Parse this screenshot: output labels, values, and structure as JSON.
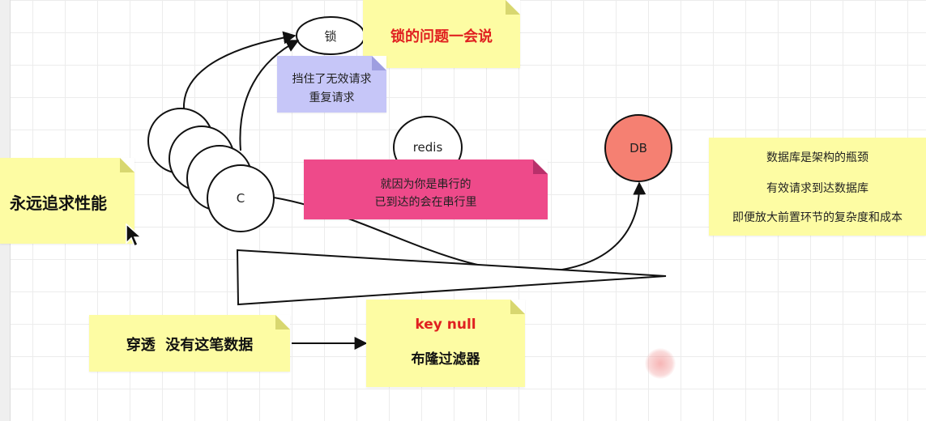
{
  "nodes": {
    "lock": "锁",
    "redis": "redis",
    "db": "DB",
    "client": "C"
  },
  "notes": {
    "lock_issue": "锁的问题一会说",
    "blocked": [
      "挡住了无效请求",
      "重复请求"
    ],
    "serial": [
      "就因为你是串行的",
      "已到达的会在串行里"
    ],
    "performance": "永远追求性能",
    "db_bottleneck": [
      "数据库是架构的瓶颈",
      "有效请求到达数据库",
      "即便放大前置环节的复杂度和成本"
    ],
    "penetration": "穿透  没有这笔数据",
    "key_null": "key null",
    "bloom": "布隆过滤器"
  },
  "colors": {
    "sticky_yellow": "#fdfca3",
    "sticky_lavender": "#c6c6f8",
    "sticky_pink": "#ee4a8a",
    "db_fill": "#f58072",
    "red_text": "#e02020"
  },
  "icons": {
    "cursor": "mouse-cursor-icon",
    "pointer": "pointer-dot-icon"
  }
}
